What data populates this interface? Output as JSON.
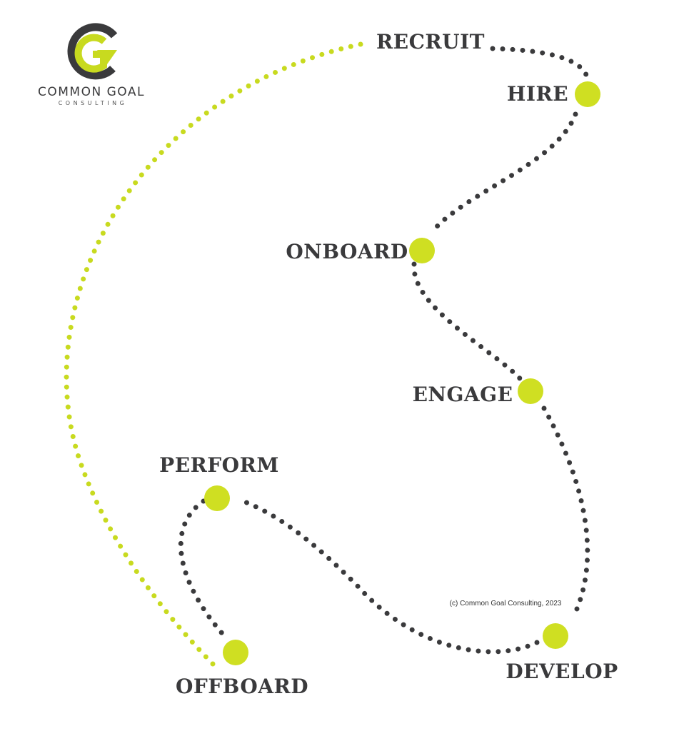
{
  "logo": {
    "name": "COMMON GOAL",
    "subtitle": "CONSULTING",
    "colors": {
      "dark": "#3a3a3c",
      "accent": "#c8da1f"
    }
  },
  "stages": [
    {
      "id": "recruit",
      "label": "RECRUIT",
      "marker": false
    },
    {
      "id": "hire",
      "label": "HIRE",
      "marker": true
    },
    {
      "id": "onboard",
      "label": "ONBOARD",
      "marker": true
    },
    {
      "id": "engage",
      "label": "ENGAGE",
      "marker": true
    },
    {
      "id": "develop",
      "label": "DEVELOP",
      "marker": true
    },
    {
      "id": "perform",
      "label": "PERFORM",
      "marker": true
    },
    {
      "id": "offboard",
      "label": "OFFBOARD",
      "marker": true
    }
  ],
  "copyright": "(c) Common Goal Consulting, 2023",
  "colors": {
    "path_dark": "#3a3a3c",
    "path_return": "#c8da1f",
    "marker": "#cfdf22",
    "label": "#3a3a3c"
  }
}
